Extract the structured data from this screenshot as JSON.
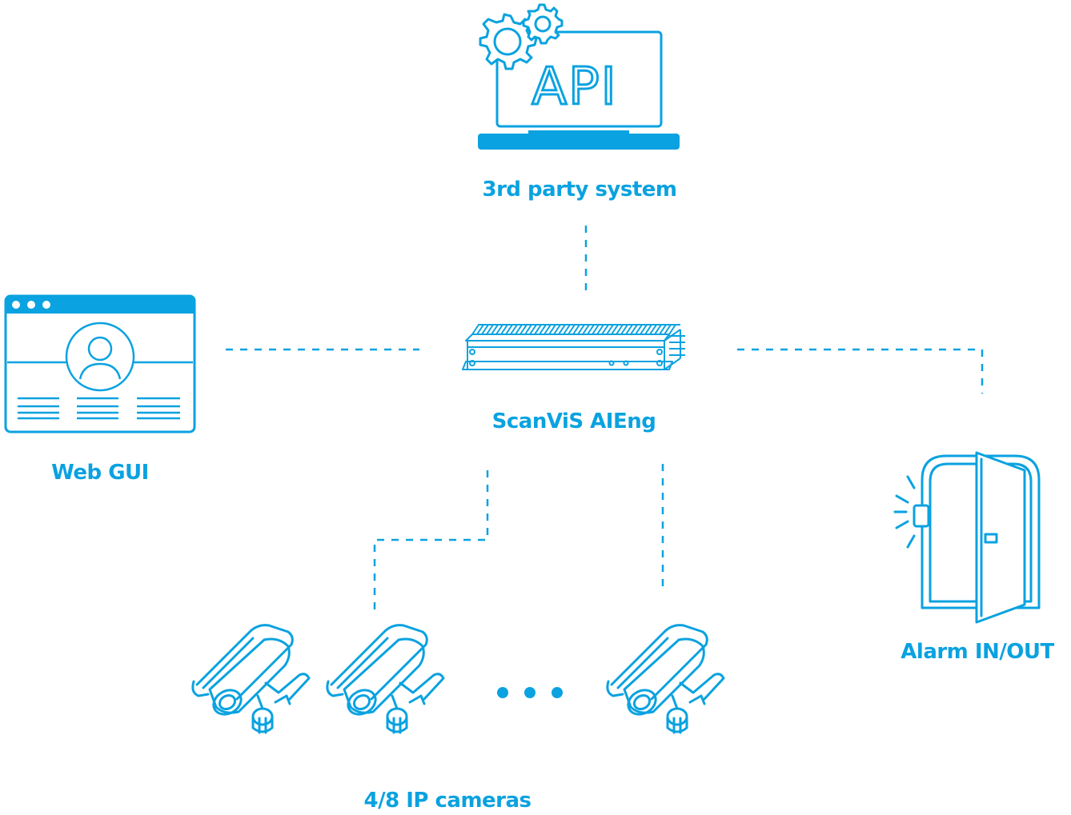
{
  "colors": {
    "accent": "#0aa2e0",
    "background": "#ffffff"
  },
  "labels": {
    "third_party": "3rd party system",
    "engine": "ScanViS AIEng",
    "web_gui": "Web GUI",
    "alarm": "Alarm IN/OUT",
    "cameras": "4/8 IP cameras"
  },
  "api_screen_text": "API",
  "icons": {
    "laptop": "laptop-api-icon",
    "gears": "gear-icon",
    "browser": "browser-window-icon",
    "server": "server-box-icon",
    "door": "door-alarm-icon",
    "camera": "security-camera-icon",
    "ellipsis": "ellipsis-icon"
  }
}
